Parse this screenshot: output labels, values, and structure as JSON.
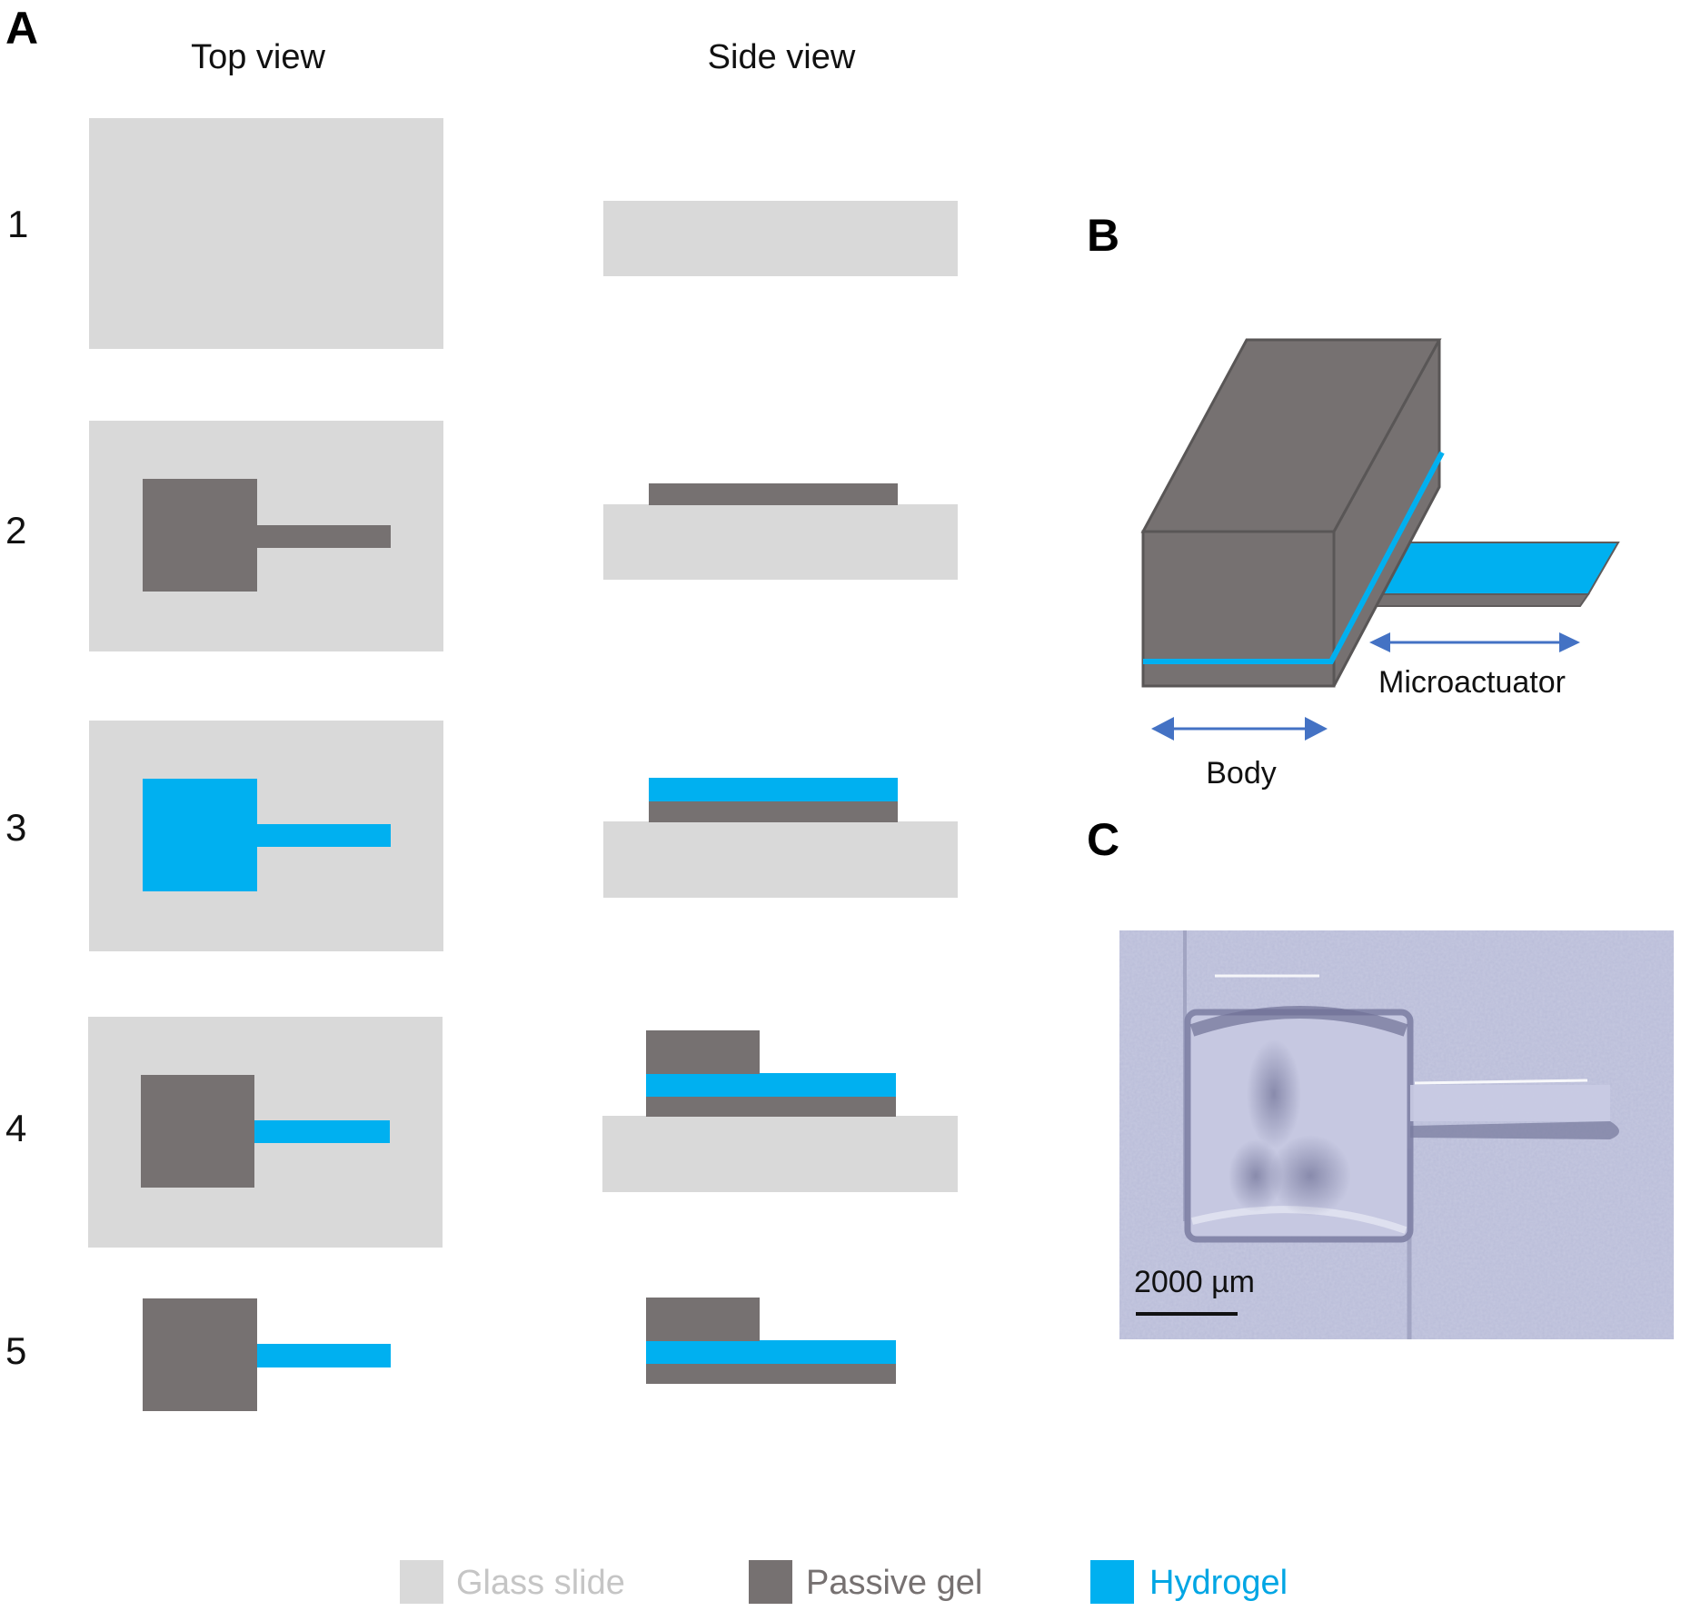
{
  "panels": {
    "a": {
      "label": "A",
      "columns": [
        "Top view",
        "Side view"
      ],
      "steps": [
        {
          "number": "1",
          "top_view": [
            "glass slide"
          ],
          "side_view": [
            "glass slide"
          ]
        },
        {
          "number": "2",
          "top_view": [
            "glass slide",
            "passive gel pattern"
          ],
          "side_view": [
            "glass slide",
            "passive gel layer"
          ]
        },
        {
          "number": "3",
          "top_view": [
            "glass slide",
            "hydrogel pattern"
          ],
          "side_view": [
            "glass slide",
            "passive gel layer",
            "hydrogel layer"
          ]
        },
        {
          "number": "4",
          "top_view": [
            "glass slide",
            "passive gel body",
            "hydrogel microactuator"
          ],
          "side_view": [
            "glass slide",
            "passive gel layer",
            "hydrogel layer",
            "passive gel body"
          ]
        },
        {
          "number": "5",
          "top_view": [
            "passive gel body",
            "hydrogel microactuator"
          ],
          "side_view": [
            "passive gel layer",
            "hydrogel layer",
            "passive gel body"
          ]
        }
      ]
    },
    "b": {
      "label": "B",
      "body_label": "Body",
      "actuator_label": "Microactuator"
    },
    "c": {
      "label": "C",
      "scale_text": "2000 µm"
    }
  },
  "legend": {
    "items": [
      {
        "label": "Glass slide",
        "color": "#d9d9d9"
      },
      {
        "label": "Passive gel",
        "color": "#767171"
      },
      {
        "label": "Hydrogel",
        "color": "#00b0f0"
      }
    ]
  },
  "colors": {
    "glass": "#d9d9d9",
    "passive_gel": "#767171",
    "hydrogel": "#00b0f0",
    "arrow": "#4472c4"
  }
}
